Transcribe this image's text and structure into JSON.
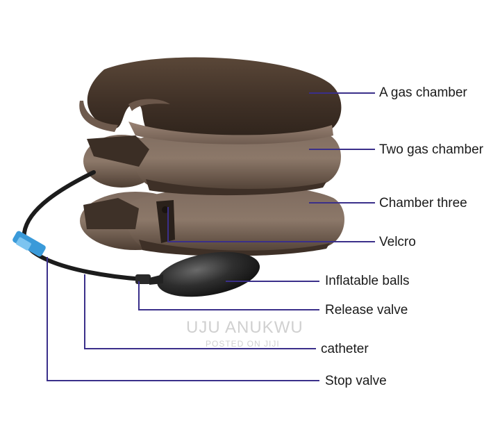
{
  "labels": {
    "chamber_one": "A gas chamber",
    "chamber_two": "Two gas chamber",
    "chamber_three": "Chamber three",
    "velcro": "Velcro",
    "inflatable_balls": "Inflatable balls",
    "release_valve": "Release valve",
    "catheter": "catheter",
    "stop_valve": "Stop valve"
  },
  "watermark": {
    "name": "UJU ANUKWU",
    "sub": "POSTED ON JIJI"
  },
  "colors": {
    "leader_line": "#3a2f8a",
    "pillow_dark": "#4a3a2e",
    "pillow_light": "#8a7466",
    "valve_blue": "#3a9ad9",
    "bulb": "#2b2b2b"
  }
}
